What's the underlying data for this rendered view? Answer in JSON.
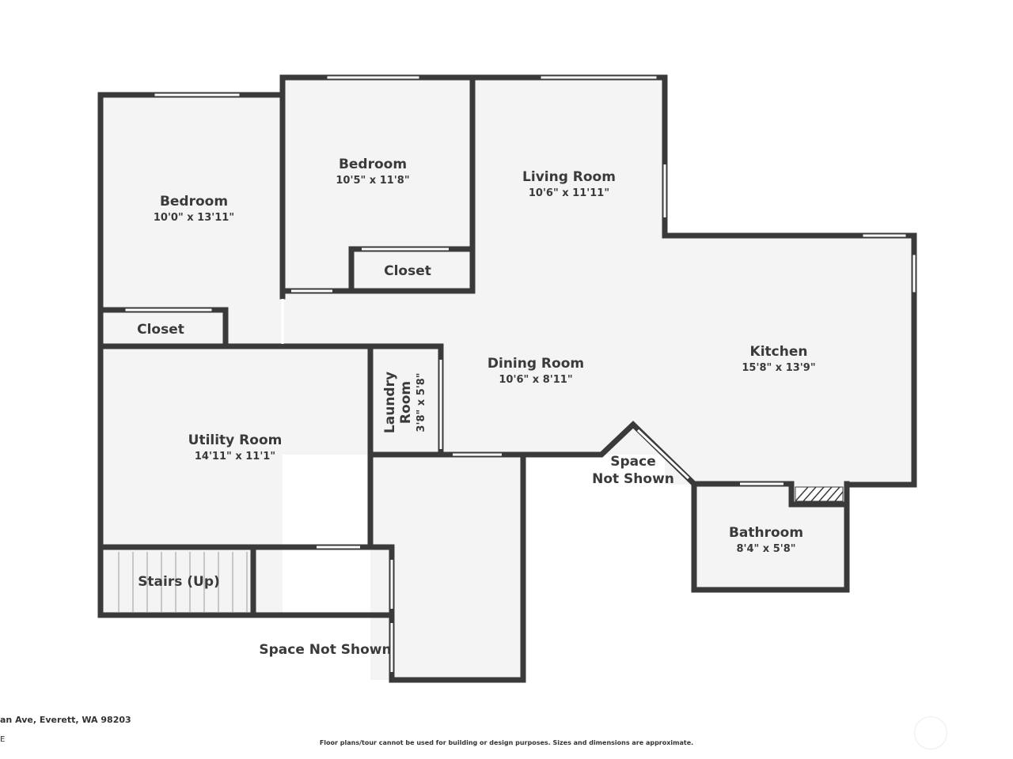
{
  "rooms": {
    "bedroom_left": {
      "name": "Bedroom",
      "dims": "10'0\" x 13'11\""
    },
    "bedroom_mid": {
      "name": "Bedroom",
      "dims": "10'5\" x 11'8\""
    },
    "living_room": {
      "name": "Living Room",
      "dims": "10'6\" x 11'11\""
    },
    "closet_mid": {
      "name": "Closet"
    },
    "closet_left": {
      "name": "Closet"
    },
    "kitchen": {
      "name": "Kitchen",
      "dims": "15'8\" x 13'9\""
    },
    "dining_room": {
      "name": "Dining Room",
      "dims": "10'6\" x 8'11\""
    },
    "laundry_room": {
      "name_line1": "Laundry",
      "name_line2": "Room",
      "dims": "3'8\" x 5'8\""
    },
    "utility_room": {
      "name": "Utility Room",
      "dims": "14'11\" x 11'1\""
    },
    "space_not_shown_center": {
      "line1": "Space",
      "line2": "Not Shown"
    },
    "bathroom": {
      "name": "Bathroom",
      "dims": "8'4\" x 5'8\""
    },
    "stairs": {
      "name": "Stairs (Up)"
    },
    "space_not_shown_bottom": {
      "name": "Space Not Shown"
    }
  },
  "footer": {
    "address": "an Ave, Everett, WA 98203",
    "mark": "E",
    "disclaimer": "Floor plans/tour cannot be used for building or design purposes. Sizes and dimensions are approximate."
  },
  "colors": {
    "wall": "#3a3a3a",
    "floor": "#f4f4f4",
    "window": "#ffffff",
    "text": "#3a3a3a"
  }
}
